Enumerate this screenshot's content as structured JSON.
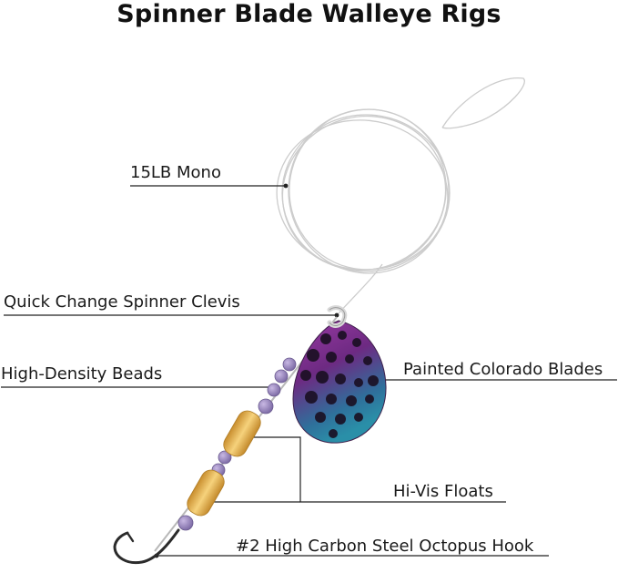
{
  "title": "Spinner Blade Walleye Rigs",
  "labels": {
    "mono": "15LB Mono",
    "clevis": "Quick Change Spinner Clevis",
    "beads": "High-Density Beads",
    "blades": "Painted Colorado Blades",
    "floats": "Hi-Vis Floats",
    "hook": "#2 High Carbon Steel Octopus Hook"
  },
  "colors": {
    "leader_line": "#cfcfcf",
    "callout_line": "#222222",
    "blade_purple": "#7a2f86",
    "blade_teal": "#2c7f99",
    "bead": "#8f7cb3",
    "float": "#e7b454",
    "hook": "#2b2b2b",
    "clevis": "#dddddd"
  },
  "icons": {
    "leader": "coiled-mono-line-icon",
    "clevis": "clevis-icon",
    "blade": "colorado-blade-icon",
    "beads": "bead-icon",
    "floats": "float-icon",
    "hook": "octopus-hook-icon"
  }
}
